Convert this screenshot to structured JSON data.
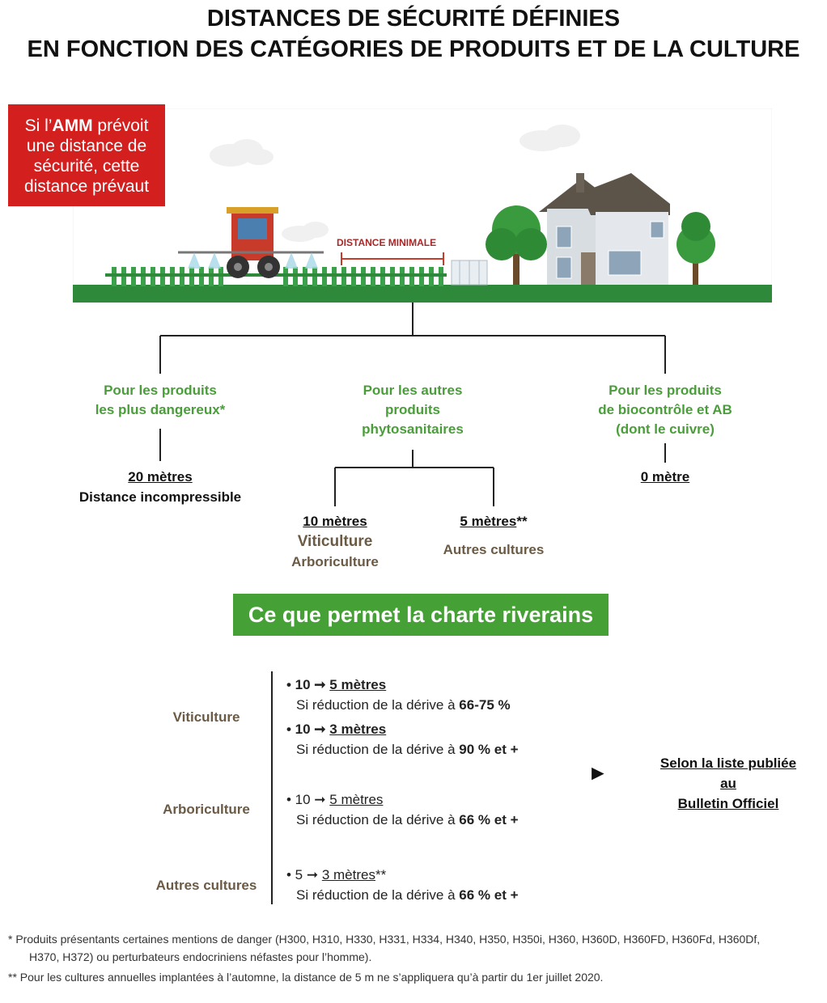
{
  "title": {
    "line1": "DISTANCES DE SÉCURITÉ DÉFINIES",
    "line2": "EN FONCTION DES CATÉGORIES DE PRODUITS ET DE LA CULTURE"
  },
  "amm_box": {
    "prefix": "Si l’",
    "bold": "AMM",
    "line1_rest": " prévoit",
    "line2": "une distance de",
    "line3": "sécurité, cette",
    "line4": "distance prévaut"
  },
  "scene": {
    "label": "DISTANCE MINIMALE"
  },
  "categories": {
    "dangerous": {
      "line1": "Pour les produits",
      "line2": "les plus dangereux*",
      "distance": "20 mètres",
      "note": "Distance incompressible"
    },
    "others": {
      "line1": "Pour les autres",
      "line2": "produits",
      "line3": "phytosanitaires"
    },
    "bio": {
      "line1": "Pour les produits",
      "line2": "de biocontrôle et AB",
      "line3": "(dont le cuivre)",
      "distance": "0 mètre"
    }
  },
  "sub": {
    "left": {
      "distance": "10 mètres",
      "crop1": "Viticulture",
      "crop2": "Arboriculture"
    },
    "right": {
      "distance": "5 mètres",
      "suffix": "**",
      "crop": "Autres  cultures"
    }
  },
  "banner": "Ce que permet la charte riverains",
  "charter": {
    "viti_label": "Viticulture",
    "arbo_label": "Arboriculture",
    "autres_label": "Autres  cultures",
    "r1": {
      "bullet": "• 10 ➞ ",
      "target": "5 mètres",
      "cond": "Si réduction de la dérive à ",
      "pct": "66-75 %"
    },
    "r2": {
      "bullet": "• 10 ➞ ",
      "target": "3 mètres",
      "cond": "Si réduction de la dérive à ",
      "pct": "90 % et +"
    },
    "r3": {
      "bullet": "• 10 ➞ ",
      "target": "5 mètres",
      "cond": "Si réduction de la dérive à ",
      "pct": "66 % et +"
    },
    "r4": {
      "bullet": "• 5 ➞ ",
      "target": "3 mètres",
      "suffix": "**",
      "cond": "Si réduction de la dérive à ",
      "pct": "66 % et +"
    },
    "arrow": "►",
    "list1": "Selon la liste publiée",
    "list2": "au",
    "list3": "Bulletin Officiel"
  },
  "footnotes": {
    "f1a": "* Produits présentants certaines mentions de danger (H300, H310, H330, H331, H334, H340, H350, H350i, H360, H360D, H360FD, H360Fd, H360Df,",
    "f1b": "H370, H372) ou perturbateurs endocriniens néfastes pour l’homme).",
    "f2": "** Pour les cultures annuelles implantées à l’automne, la distance de 5 m ne s’appliquera qu’à partir du 1er juillet 2020."
  },
  "colors": {
    "red": "#d41f1f",
    "green": "#45a035",
    "green_text": "#4a9e3a",
    "brown_text": "#6b5a44"
  }
}
